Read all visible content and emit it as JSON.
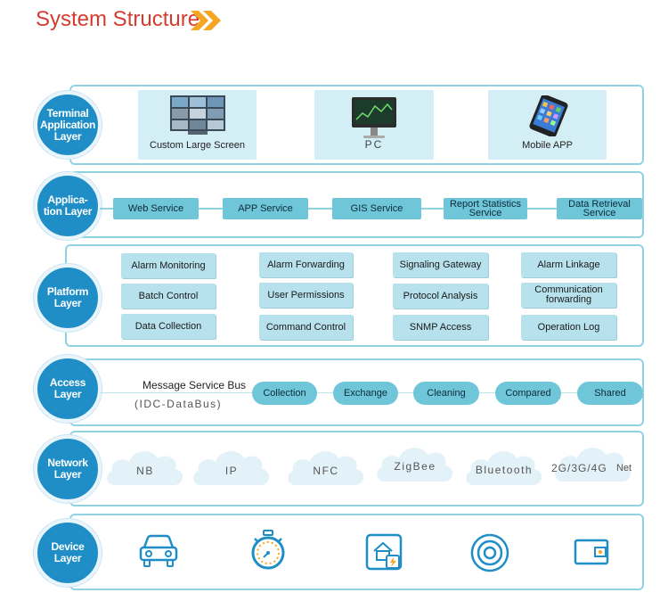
{
  "title": "System Structure",
  "colors": {
    "title": "#d53c2f",
    "chevron": "#f5a623",
    "circle": "#1f8ec6",
    "border": "#8fd3e3",
    "pill": "#6ec6d8",
    "box": "#b7e1ec"
  },
  "layers": {
    "terminal": {
      "label_lines": [
        "Terminal",
        "Application",
        "Layer"
      ],
      "items": [
        "Custom Large Screen",
        "PC",
        "Mobile APP"
      ]
    },
    "application": {
      "label_lines": [
        "Applica-",
        "tion Layer"
      ],
      "items": [
        [
          "Web Service"
        ],
        [
          "APP Service"
        ],
        [
          "GIS Service"
        ],
        [
          "Report Statistics",
          "Service"
        ],
        [
          "Data Retrieval",
          "Service"
        ]
      ]
    },
    "platform": {
      "label_lines": [
        "Platform",
        "Layer"
      ],
      "items": [
        [
          "Alarm Monitoring"
        ],
        [
          "Alarm Forwarding"
        ],
        [
          "Signaling Gateway"
        ],
        [
          "Alarm Linkage"
        ],
        [
          "Batch Control"
        ],
        [
          "User Permissions"
        ],
        [
          "Protocol Analysis"
        ],
        [
          "Communication",
          "forwarding"
        ],
        [
          "Data Collection"
        ],
        [
          "Command Control"
        ],
        [
          "SNMP Access"
        ],
        [
          "Operation Log"
        ]
      ]
    },
    "access": {
      "label_lines": [
        "Access",
        "Layer"
      ],
      "bus_name": "Message Service Bus",
      "bus_sub": "(IDC-DataBus)",
      "items": [
        "Collection",
        "Exchange",
        "Cleaning",
        "Compared",
        "Shared"
      ]
    },
    "network": {
      "label_lines": [
        "Network",
        "Layer"
      ],
      "items": [
        "NB",
        "IP",
        "NFC",
        "ZigBee",
        "Bluetooth",
        "2G/3G/4G"
      ],
      "extra": "Net"
    },
    "device": {
      "label_lines": [
        "Device",
        "Layer"
      ],
      "icons": [
        "car-icon",
        "stopwatch-icon",
        "smart-home-icon",
        "sensor-icon",
        "wallet-icon"
      ]
    }
  }
}
